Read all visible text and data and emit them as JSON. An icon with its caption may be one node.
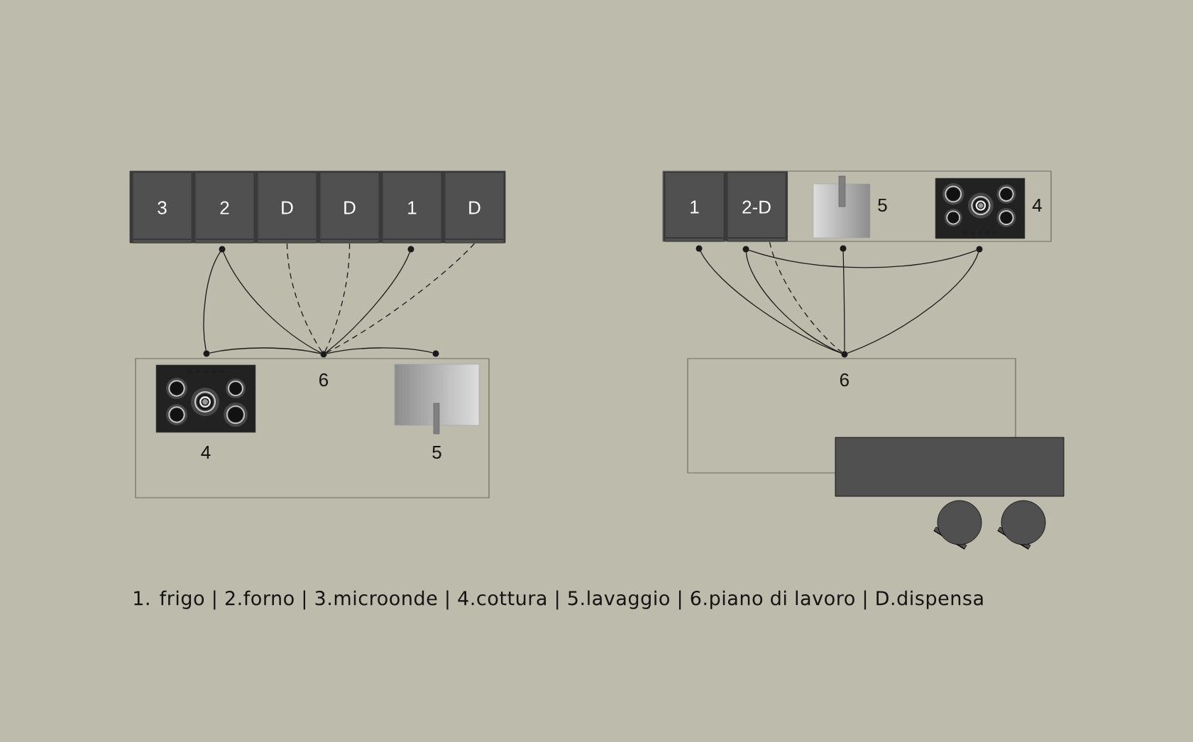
{
  "diagram": {
    "nodes": [
      {
        "text": [],
        "shape": "box"
      },
      {
        "text": [
          "3"
        ],
        "in": 0
      },
      {
        "text": [
          "2"
        ],
        "in": 0
      },
      {
        "text": [
          "D"
        ],
        "in": 0
      },
      {
        "text": [
          "D"
        ],
        "in": 0
      },
      {
        "text": [
          "1"
        ],
        "in": 0
      },
      {
        "text": [
          "D"
        ],
        "in": 0
      },
      {
        "text": [
          "6"
        ]
      },
      {
        "text": [
          "4"
        ],
        "in": 7
      },
      {
        "text": [
          "5"
        ],
        "in": 7
      },
      {
        "text": [],
        "shape": "box"
      },
      {
        "text": [
          "1"
        ],
        "in": 10
      },
      {
        "text": [
          "2-D"
        ],
        "in": 10
      },
      {
        "text": [
          "5"
        ],
        "in": 10
      },
      {
        "text": [
          "4"
        ],
        "in": 10
      },
      {
        "text": [
          "6"
        ]
      },
      {
        "text": [],
        "shape": "box"
      },
      {
        "text": [],
        "shape": "circle"
      },
      {
        "text": [],
        "shape": "circle"
      },
      {
        "text": [],
        "shape": "circle"
      },
      {
        "text": [],
        "shape": "circle"
      },
      {
        "text": [],
        "shape": "circle"
      },
      {
        "text": [],
        "shape": "circle"
      },
      {
        "text": [],
        "shape": "circle"
      },
      {
        "text": [],
        "shape": "circle"
      },
      {
        "text": [],
        "shape": "circle"
      },
      {
        "text": [],
        "shape": "circle"
      }
    ],
    "edges": [
      {
        "from": 17,
        "to": 19,
        "arrow": "none"
      },
      {
        "from": 17,
        "to": 20,
        "arrow": "none"
      },
      {
        "from": 3,
        "to": 20,
        "arrow": "none",
        "style": "dashed"
      },
      {
        "from": 4,
        "to": 20,
        "arrow": "none",
        "style": "dashed"
      },
      {
        "from": 18,
        "to": 20,
        "arrow": "none"
      },
      {
        "from": 6,
        "to": 20,
        "arrow": "none",
        "style": "dashed"
      },
      {
        "from": 19,
        "to": 20,
        "arrow": "none"
      },
      {
        "from": 20,
        "to": 21,
        "arrow": "none"
      },
      {
        "from": 22,
        "to": 26,
        "arrow": "none"
      },
      {
        "from": 23,
        "to": 26,
        "arrow": "none"
      },
      {
        "from": 12,
        "to": 26,
        "arrow": "none",
        "style": "dashed"
      },
      {
        "from": 23,
        "to": 25,
        "arrow": "none"
      },
      {
        "from": 24,
        "to": 26,
        "arrow": "none"
      },
      {
        "from": 25,
        "to": 26,
        "arrow": "none"
      }
    ],
    "labels": [
      "1. frigo | 2.forno | 3.microonde | 4.cottura | 5.lavaggio | 6.piano di lavoro | D.dispensa"
    ]
  }
}
